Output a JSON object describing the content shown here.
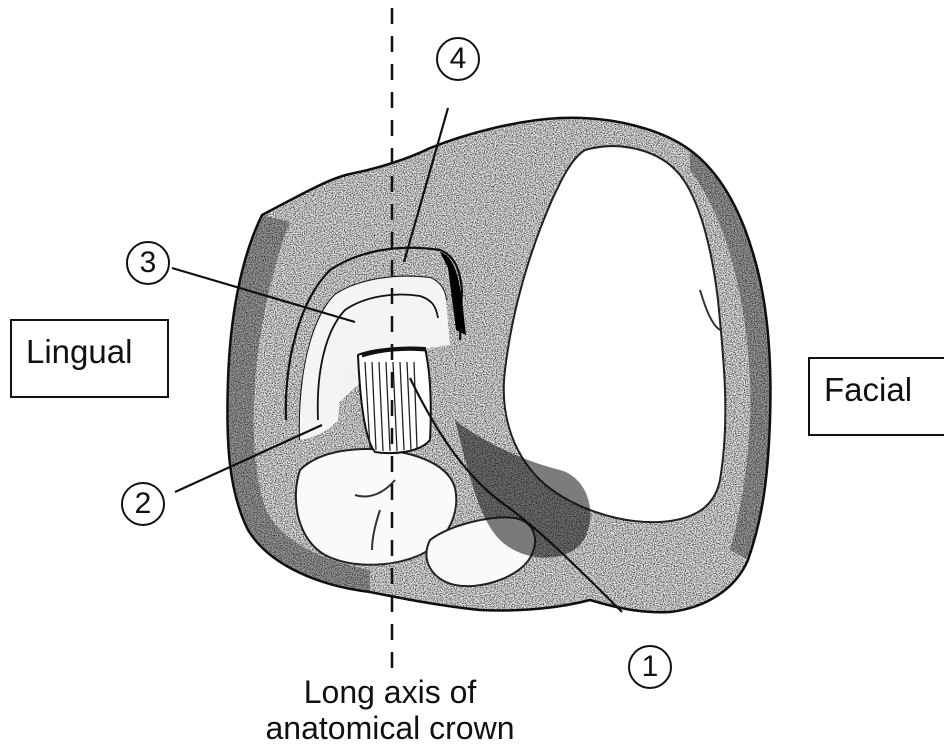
{
  "labels": {
    "lingual": "Lingual",
    "facial": "Facial",
    "axis_line1": "Long axis of",
    "axis_line2": "anatomical crown"
  },
  "callouts": {
    "one": "1",
    "two": "2",
    "three": "3",
    "four": "4"
  },
  "colors": {
    "ink": "#111111",
    "paper": "#ffffff"
  }
}
